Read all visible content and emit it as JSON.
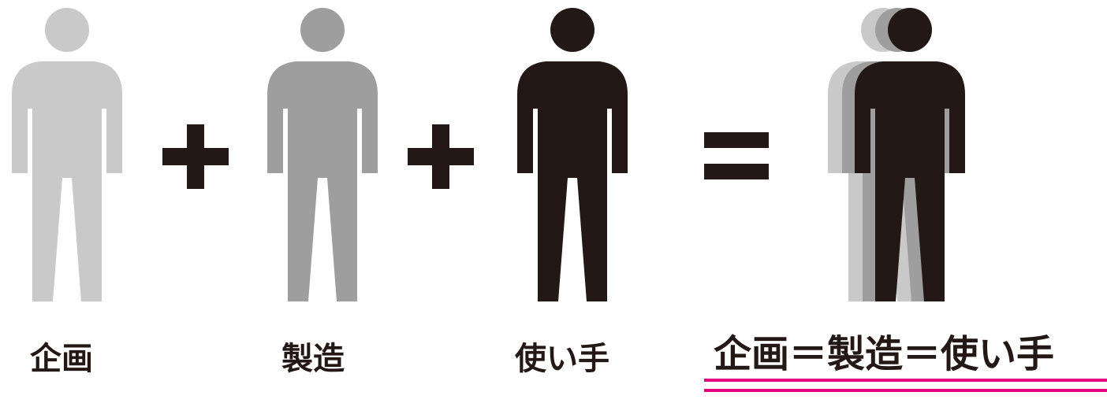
{
  "figures": [
    {
      "id": "planning",
      "color": "#c9c9c9"
    },
    {
      "id": "manufacturing",
      "color": "#9e9e9e"
    },
    {
      "id": "user",
      "color": "#231815"
    }
  ],
  "operators": {
    "plus": "+",
    "equals": "="
  },
  "labels": {
    "planning": "企画",
    "manufacturing": "製造",
    "user": "使い手"
  },
  "result": {
    "text": "企画＝製造＝使い手",
    "underline_color": "#e4007f",
    "layer_colors": [
      "#c9c9c9",
      "#9e9e9e",
      "#231815"
    ]
  }
}
